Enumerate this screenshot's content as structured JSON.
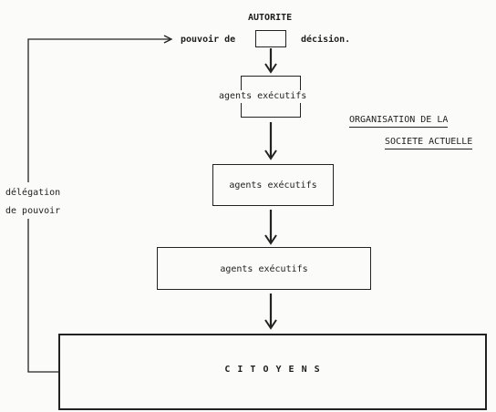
{
  "diagram": {
    "top_label": "AUTORITE",
    "pouvoir_label": "pouvoir de",
    "decision_label": "décision.",
    "level1_label": "agents exécutifs",
    "level2_label": "agents exécutifs",
    "level3_label": "agents exécutifs",
    "citizens_label": "C I T O Y E N S",
    "delegation_line1": "délégation",
    "delegation_line2": "de pouvoir",
    "title_line1": "ORGANISATION DE LA",
    "title_line2": "SOCIETE ACTUELLE"
  }
}
